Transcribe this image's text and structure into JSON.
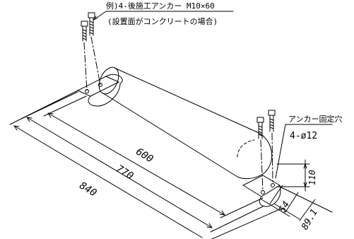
{
  "diagram": {
    "anchor_note": {
      "line1": "例)4-後施工アンカー M10×60",
      "line2": "(設置面がコンクリートの場合)"
    },
    "hole_note": {
      "line1": "アンカー固定穴",
      "line2": "4-ø12"
    },
    "dimensions": {
      "d600": "600",
      "d770": "770",
      "d840": "840",
      "d110": "110",
      "d54": "54",
      "d89": "89.1"
    }
  }
}
